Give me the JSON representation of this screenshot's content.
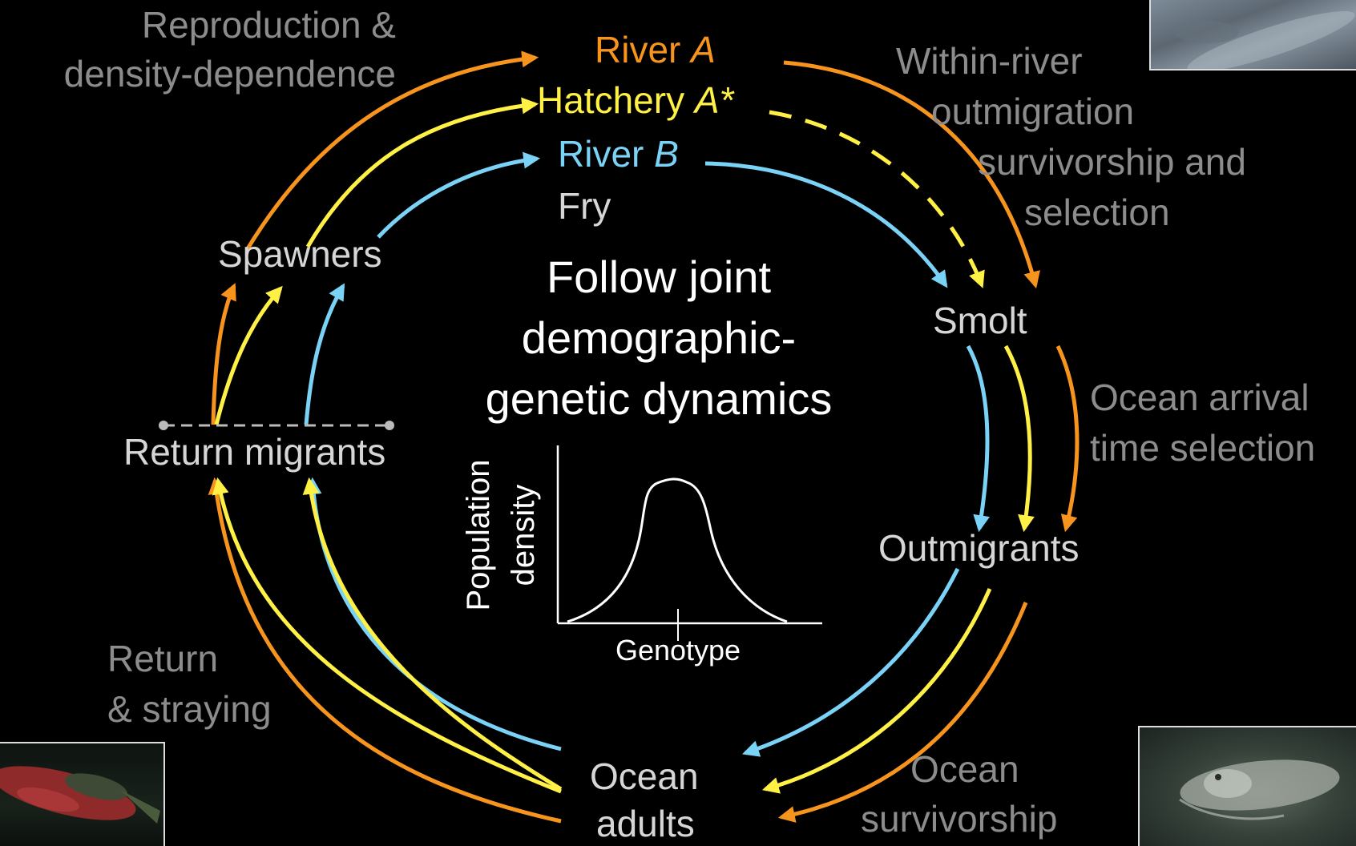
{
  "nodes": {
    "river_a": {
      "prefix": "River ",
      "var": "A",
      "color": "#f7941d"
    },
    "hatchery_a": {
      "prefix": "Hatchery ",
      "var": "A*",
      "color": "#fff046"
    },
    "river_b": {
      "prefix": "River ",
      "var": "B",
      "color": "#7ad3f7"
    },
    "fry": "Fry",
    "spawners": "Spawners",
    "smolt": "Smolt",
    "return_migrants": "Return migrants",
    "outmigrants": "Outmigrants",
    "ocean_adults_line1": "Ocean",
    "ocean_adults_line2": "adults"
  },
  "process_labels": {
    "reproduction": [
      "Reproduction &",
      "density-dependence"
    ],
    "within_river": [
      "Within-river",
      "outmigration",
      "survivorship and",
      "selection"
    ],
    "ocean_arrival": [
      "Ocean arrival",
      "time selection"
    ],
    "return_straying": [
      "Return",
      "& straying"
    ],
    "ocean_survivorship": [
      "Ocean",
      "survivorship"
    ]
  },
  "center_text": [
    "Follow joint",
    "demographic-",
    "genetic dynamics"
  ],
  "inset_chart": {
    "ylabel_lines": [
      "Population",
      "density"
    ],
    "xlabel": "Genotype"
  },
  "colors": {
    "orange": "#f7941d",
    "yellow": "#fff046",
    "blue": "#7ad3f7",
    "gray_label": "#8c8c8c",
    "node_text": "#d6d6d6",
    "white": "#ffffff",
    "background": "#000000"
  },
  "photos": {
    "top_right": "fish-photo",
    "bottom_left": "spawning-salmon-photo",
    "bottom_right": "salmon-underwater-photo"
  }
}
